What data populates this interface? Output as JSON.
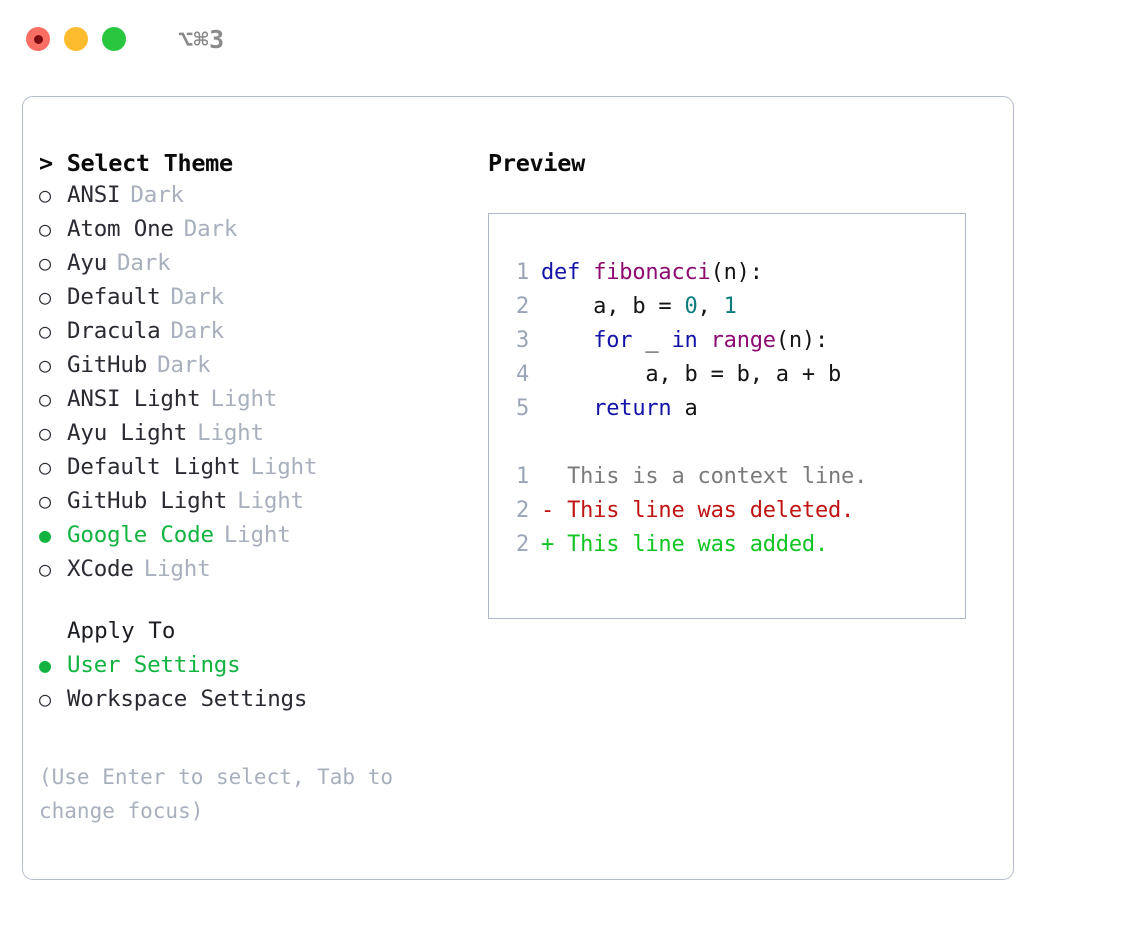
{
  "titlebar": {
    "shortcut": "⌥⌘3",
    "buttons": [
      "close",
      "minimize",
      "maximize"
    ]
  },
  "theme_picker": {
    "header": "> Select Theme",
    "marker_selected": "●",
    "marker_unselected": "○",
    "items": [
      {
        "label": "ANSI",
        "variant": "Dark",
        "selected": false
      },
      {
        "label": "Atom One",
        "variant": "Dark",
        "selected": false
      },
      {
        "label": "Ayu",
        "variant": "Dark",
        "selected": false
      },
      {
        "label": "Default",
        "variant": "Dark",
        "selected": false
      },
      {
        "label": "Dracula",
        "variant": "Dark",
        "selected": false
      },
      {
        "label": "GitHub",
        "variant": "Dark",
        "selected": false
      },
      {
        "label": "ANSI Light",
        "variant": "Light",
        "selected": false
      },
      {
        "label": "Ayu Light",
        "variant": "Light",
        "selected": false
      },
      {
        "label": "Default Light",
        "variant": "Light",
        "selected": false
      },
      {
        "label": "GitHub Light",
        "variant": "Light",
        "selected": false
      },
      {
        "label": "Google Code",
        "variant": "Light",
        "selected": true
      },
      {
        "label": "XCode",
        "variant": "Light",
        "selected": false
      }
    ]
  },
  "apply_to": {
    "header": "Apply To",
    "items": [
      {
        "label": "User Settings",
        "selected": true
      },
      {
        "label": "Workspace Settings",
        "selected": false
      }
    ]
  },
  "hint": "(Use Enter to select, Tab to change focus)",
  "preview": {
    "header": "Preview",
    "code_lines": [
      {
        "num": "1",
        "tokens": [
          {
            "t": "def ",
            "c": "tok-kw"
          },
          {
            "t": "fibonacci",
            "c": "tok-fn"
          },
          {
            "t": "(n):",
            "c": "tok-pun"
          }
        ]
      },
      {
        "num": "2",
        "tokens": [
          {
            "t": "    a, b = ",
            "c": "tok-pun"
          },
          {
            "t": "0",
            "c": "tok-num"
          },
          {
            "t": ", ",
            "c": "tok-pun"
          },
          {
            "t": "1",
            "c": "tok-num"
          }
        ]
      },
      {
        "num": "3",
        "tokens": [
          {
            "t": "    ",
            "c": "tok-pun"
          },
          {
            "t": "for",
            "c": "tok-kw"
          },
          {
            "t": " _ ",
            "c": "tok-pun"
          },
          {
            "t": "in",
            "c": "tok-kw"
          },
          {
            "t": " ",
            "c": "tok-pun"
          },
          {
            "t": "range",
            "c": "tok-fn"
          },
          {
            "t": "(n):",
            "c": "tok-pun"
          }
        ]
      },
      {
        "num": "4",
        "tokens": [
          {
            "t": "        a, b = b, a + b",
            "c": "tok-pun"
          }
        ]
      },
      {
        "num": "5",
        "tokens": [
          {
            "t": "    ",
            "c": "tok-pun"
          },
          {
            "t": "return",
            "c": "tok-kw"
          },
          {
            "t": " a",
            "c": "tok-pun"
          }
        ]
      }
    ],
    "diff_lines": [
      {
        "num": "1",
        "text": "  This is a context line.",
        "kind": "diff-ctx"
      },
      {
        "num": "2",
        "text": "- This line was deleted.",
        "kind": "diff-del"
      },
      {
        "num": "2",
        "text": "+ This line was added.",
        "kind": "diff-add"
      }
    ]
  },
  "colors": {
    "accent_green": "#12b341",
    "muted": "#a8b0be",
    "border": "#b4bccb",
    "keyword": "#1313a8",
    "function": "#8e0c71",
    "number": "#0b7d7d",
    "diff_added": "#12c424",
    "diff_deleted": "#c01313"
  }
}
